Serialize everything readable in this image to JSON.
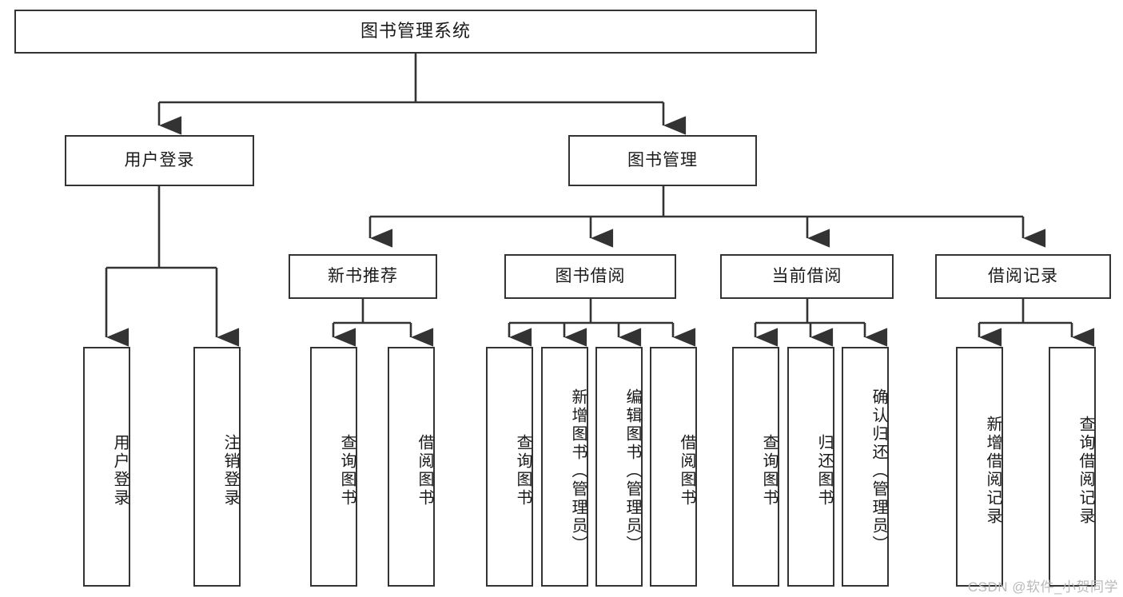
{
  "diagram": {
    "title": "图书管理系统",
    "type": "tree",
    "orientation": "top-down",
    "colors": {
      "box_border": "#333333",
      "box_fill": "#ffffff",
      "connector": "#333333",
      "text": "#1a1a1a",
      "watermark": "#b9b9b9",
      "background": "#ffffff"
    },
    "levels": {
      "root": "图书管理系统",
      "level2": [
        "用户登录",
        "图书管理"
      ],
      "level3": [
        "新书推荐",
        "图书借阅",
        "当前借阅",
        "借阅记录"
      ]
    },
    "nodes": {
      "root": {
        "label": "图书管理系统"
      },
      "user_login": {
        "label": "用户登录"
      },
      "book_manage": {
        "label": "图书管理"
      },
      "new_book_rec": {
        "label": "新书推荐"
      },
      "book_borrow": {
        "label": "图书借阅"
      },
      "current_borrow": {
        "label": "当前借阅"
      },
      "borrow_record": {
        "label": "借阅记录"
      }
    },
    "leaves": {
      "user_login": [
        {
          "label": "用户登录"
        },
        {
          "label": "注销登录"
        }
      ],
      "new_book_rec": [
        {
          "label": "查询图书"
        },
        {
          "label": "借阅图书"
        }
      ],
      "book_borrow": [
        {
          "label": "查询图书"
        },
        {
          "label": "新增图书（管理员）"
        },
        {
          "label": "编辑图书（管理员）"
        },
        {
          "label": "借阅图书"
        }
      ],
      "current_borrow": [
        {
          "label": "查询图书"
        },
        {
          "label": "归还图书"
        },
        {
          "label": "确认归还（管理员）"
        }
      ],
      "borrow_record": [
        {
          "label": "新增借阅记录"
        },
        {
          "label": "查询借阅记录"
        }
      ]
    },
    "watermark": "CSDN @软件_小贺同学"
  }
}
